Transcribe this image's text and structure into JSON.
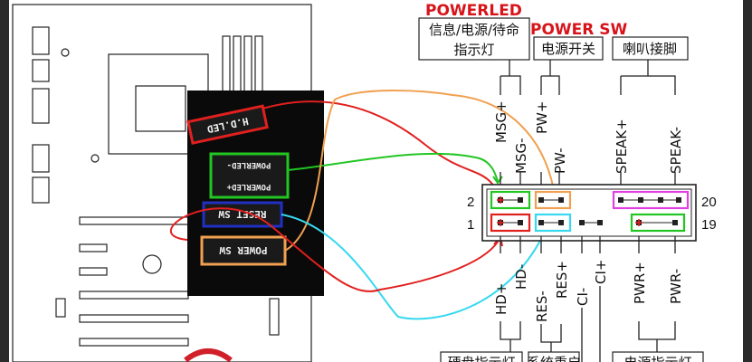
{
  "titles": {
    "powerled": "POWERLED",
    "power_sw": "POWER SW"
  },
  "top_boxes": {
    "status_led_line1": "信息/电源/待命",
    "status_led_line2": "指示灯",
    "power_switch": "电源开关",
    "speaker": "喇叭接脚"
  },
  "pins_top": {
    "msg_plus": "MSG+",
    "msg_minus": "MSG-",
    "pw_plus": "PW+",
    "pw_minus": "PW-",
    "speak_plus": "SPEAK+",
    "speak_minus": "SPEAK-"
  },
  "pins_bottom": {
    "hd_plus": "HD+",
    "hd_minus": "HD-",
    "res_minus": "RES-",
    "res_plus": "RES+",
    "ci_minus": "CI-",
    "ci_plus": "CI+",
    "pwr_plus": "PWR+",
    "pwr_minus": "PWR-"
  },
  "row_numbers": {
    "top_left": "2",
    "bottom_left": "1",
    "top_right": "20",
    "bottom_right": "19"
  },
  "bottom_boxes": {
    "hdd_led": "硬盘指示灯",
    "reset": "系统重启",
    "power_led": "电源指示灯"
  },
  "connectors": {
    "hdd_led": "H.D.LED",
    "power_led_minus": "POWERLED-",
    "power_led_plus": "POWERLED+",
    "reset_sw": "RESET SW",
    "power_sw": "POWER SW"
  },
  "colors": {
    "red": "#e0201f",
    "green": "#22c522",
    "orange": "#f0a050",
    "cyan": "#38d8f0",
    "blue": "#2030c0",
    "magenta": "#e040e0",
    "title_red": "#d8141b"
  }
}
